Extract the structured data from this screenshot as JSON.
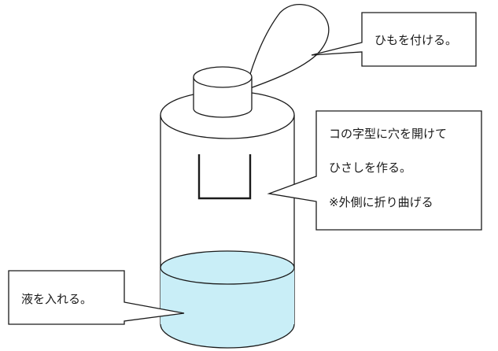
{
  "labels": {
    "string": "ひもを付ける。",
    "slot_line1": "コの字型に穴を開けて",
    "slot_line2": "ひさしを作る。",
    "slot_line3": "※外側に折り曲げる",
    "liquid": "液を入れる。"
  },
  "colors": {
    "liquid": "#c9eef7",
    "outline": "#1a1a1a",
    "callout_fill": "#ffffff"
  }
}
